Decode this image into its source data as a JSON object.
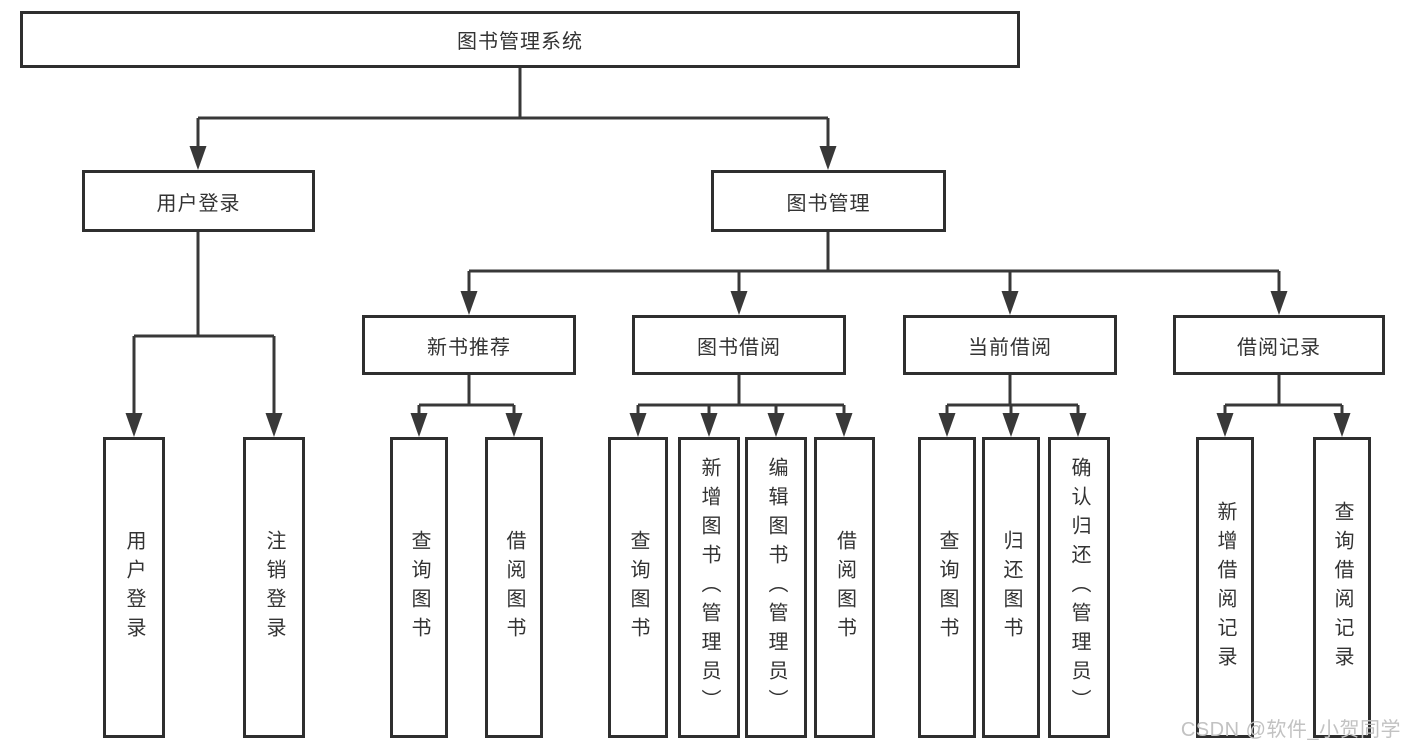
{
  "tree": {
    "root": {
      "label": "图书管理系统",
      "children": [
        {
          "label": "用户登录",
          "children": [
            {
              "label": "用户登录"
            },
            {
              "label": "注销登录"
            }
          ]
        },
        {
          "label": "图书管理",
          "children": [
            {
              "label": "新书推荐",
              "children": [
                {
                  "label": "查询图书"
                },
                {
                  "label": "借阅图书"
                }
              ]
            },
            {
              "label": "图书借阅",
              "children": [
                {
                  "label": "查询图书"
                },
                {
                  "label": "新增图书（管理员）"
                },
                {
                  "label": "编辑图书（管理员）"
                },
                {
                  "label": "借阅图书"
                }
              ]
            },
            {
              "label": "当前借阅",
              "children": [
                {
                  "label": "查询图书"
                },
                {
                  "label": "归还图书"
                },
                {
                  "label": "确认归还（管理员）"
                }
              ]
            },
            {
              "label": "借阅记录",
              "children": [
                {
                  "label": "新增借阅记录"
                },
                {
                  "label": "查询借阅记录"
                }
              ]
            }
          ]
        }
      ]
    }
  },
  "watermark": {
    "text": "CSDN @软件_小贺同学"
  },
  "colors": {
    "line": "#383838",
    "box_border": "#2f2f2f",
    "box_fill": "#ffffff",
    "text": "#333333",
    "watermark_text": "#c2c2c2"
  }
}
